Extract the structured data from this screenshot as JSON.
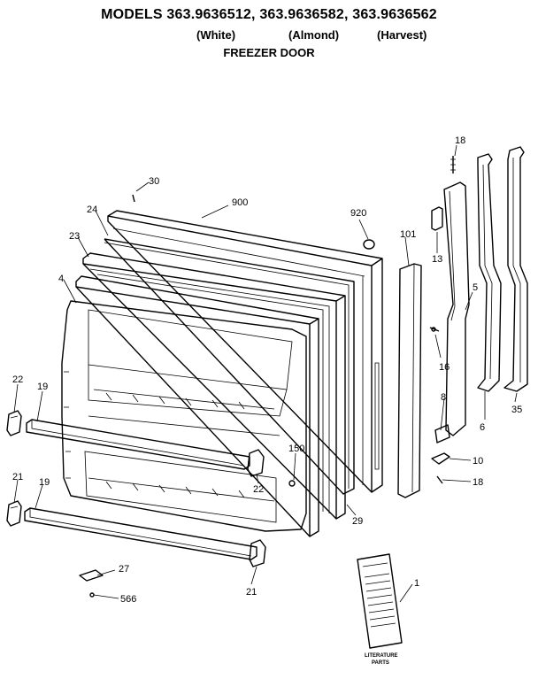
{
  "header": {
    "title": "MODELS 363.9636512, 363.9636582, 363.9636562",
    "color_white": "(White)",
    "color_almond": "(Almond)",
    "color_harvest": "(Harvest)",
    "subtitle": "FREEZER DOOR"
  },
  "callouts": {
    "c30": "30",
    "c900": "900",
    "c24": "24",
    "c920": "920",
    "c101": "101",
    "c23": "23",
    "c4": "4",
    "c13": "13",
    "c18_top": "18",
    "c5": "5",
    "c16": "16",
    "c8": "8",
    "c6": "6",
    "c35": "35",
    "c10": "10",
    "c18_bottom": "18",
    "c22_left": "22",
    "c19_upper": "19",
    "c150": "150",
    "c22_right": "22",
    "c29": "29",
    "c21_left": "21",
    "c19_lower": "19",
    "c27": "27",
    "c21_bottom": "21",
    "c566": "566",
    "c1": "1"
  },
  "literature": {
    "line1": "LITERATURE",
    "line2": "PARTS"
  }
}
